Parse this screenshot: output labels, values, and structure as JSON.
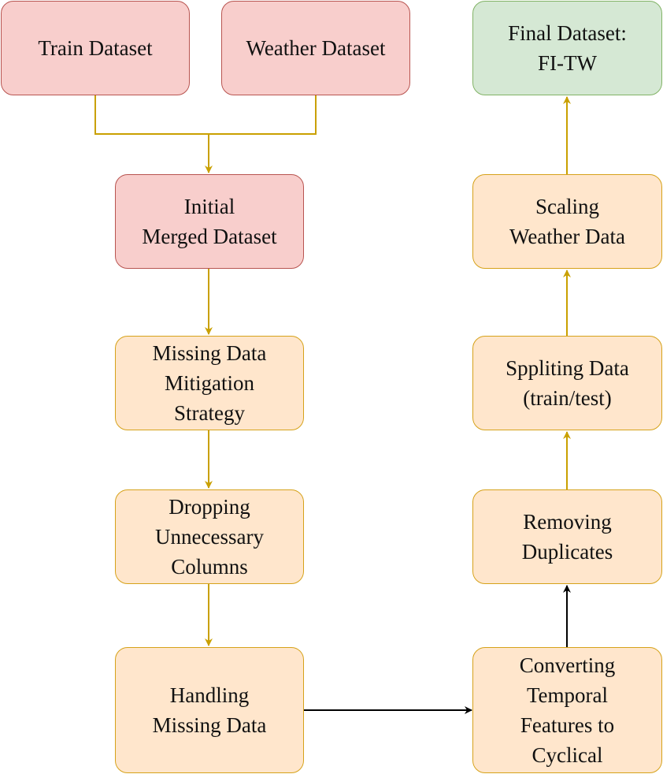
{
  "diagram": {
    "nodes": {
      "train": "Train  Dataset",
      "weather": "Weather  Dataset",
      "merged": "Initial\nMerged  Dataset",
      "mitigation": "Missing Data\nMitigation\nStrategy",
      "dropping": "Dropping\nUnnecessary\nColumns",
      "handling": "Handling\nMissing Data",
      "converting": "Converting\nTemporal\nFeatures to\nCyclical",
      "removing": "Removing\nDuplicates",
      "splitting": "Sppliting Data\n(train/test)",
      "scaling": "Scaling\nWeather Data",
      "final": "Final Dataset:\nFI-TW"
    },
    "colors": {
      "red_fill": "#f8cecc",
      "red_stroke": "#b85450",
      "orange_fill": "#ffe6cc",
      "orange_stroke": "#d6a21a",
      "green_fill": "#d5e8d4",
      "green_stroke": "#82b366",
      "arrow_gold": "#c9a000",
      "arrow_black": "#000000"
    }
  }
}
